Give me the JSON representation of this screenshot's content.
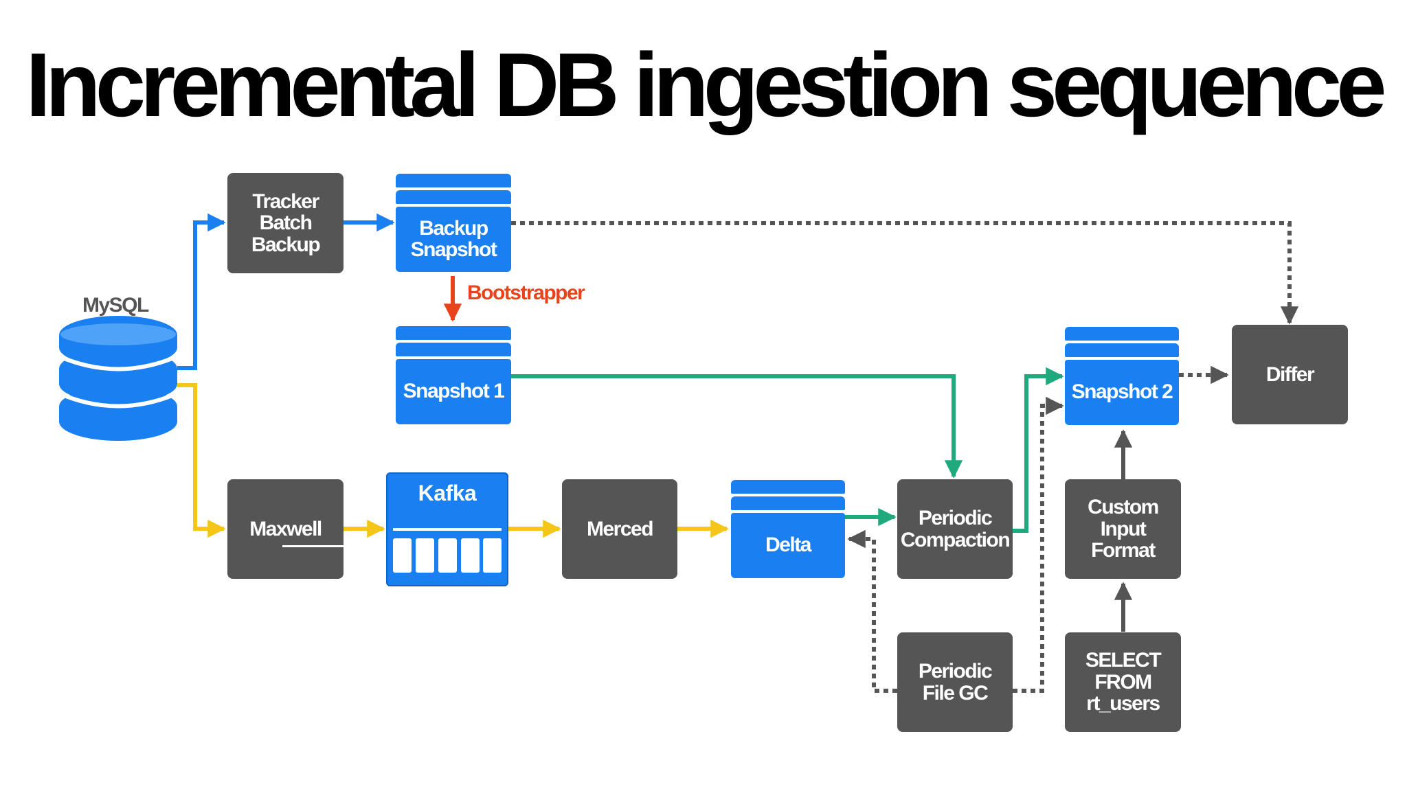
{
  "title": "Incremental DB ingestion sequence",
  "colors": {
    "box_gray": "#555555",
    "box_blue": "#1a7ff0",
    "arrow_blue": "#1a7ff0",
    "arrow_yellow": "#f5c518",
    "arrow_green": "#1faa7e",
    "arrow_red": "#e8431c",
    "arrow_gray": "#555555"
  },
  "nodes": {
    "mysql": "MySQL",
    "tracker": "Tracker\nBatch\nBackup",
    "backup_snapshot": "Backup\nSnapshot",
    "snapshot1": "Snapshot 1",
    "maxwell": "Maxwell",
    "kafka": "Kafka",
    "merced": "Merced",
    "delta": "Delta",
    "compaction": "Periodic\nCompaction",
    "gc": "Periodic\nFile GC",
    "snapshot2": "Snapshot 2",
    "custom_input": "Custom\nInput\nFormat",
    "select": "SELECT\nFROM\nrt_users",
    "differ": "Differ"
  },
  "edge_labels": {
    "bootstrapper": "Bootstrapper"
  },
  "icons": {
    "database": "database-icon"
  }
}
